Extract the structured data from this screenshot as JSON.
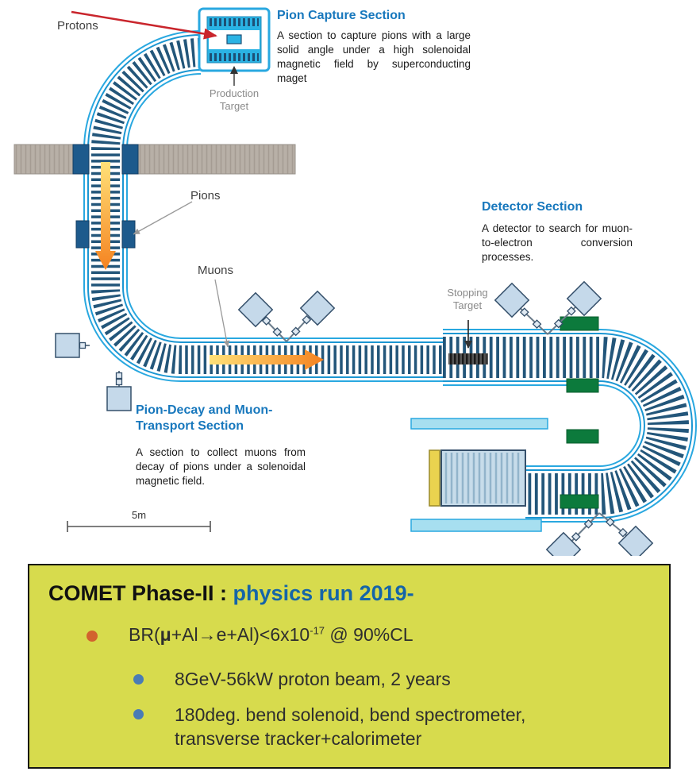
{
  "diagram": {
    "labels": {
      "protons": "Protons",
      "pions": "Pions",
      "muons": "Muons",
      "production_target": "Production Target",
      "stopping_target": "Stopping Target",
      "scale": "5m"
    },
    "sections": {
      "pion_capture": {
        "title": "Pion Capture Section",
        "description": "A section to capture pions with a large solid angle under a high solenoidal magnetic field by superconducting maget"
      },
      "detector": {
        "title": "Detector Section",
        "description": "A detector to search for muon-to-electron conversion processes."
      },
      "pion_decay": {
        "title": "Pion-Decay and Muon-Transport Section",
        "description": "A section to collect muons from decay of pions under a solenoidal magnetic field."
      }
    },
    "colors": {
      "channel_outline": "#1b96d2",
      "channel_light": "#29a8e0",
      "coil_rung": "#23567a",
      "heading_blue": "#1878bd",
      "wall_gray": "#b5ada4",
      "shield_blue": "#1d5a8c",
      "arrow_yellow": "#ffe178",
      "arrow_orange": "#f58220",
      "proton_arrow_red": "#c9252c",
      "green_block": "#0c7a3c",
      "cyan_bar": "#a7dff0",
      "detector_fill": "#c7dcea",
      "target_yellow": "#ead34f",
      "label_gray": "#8a8a8a"
    }
  },
  "infobox": {
    "title_black": "COMET Phase-II : ",
    "title_blue": "physics run 2019-",
    "bullet1": {
      "prefix": "BR(",
      "mu": "μ",
      "mid": "+Al→e+Al)<6x10",
      "sup": "-17",
      "suffix": " @ 90%CL"
    },
    "bullet2": "8GeV-56kW proton beam, 2 years",
    "bullet3_line1": "180deg. bend solenoid, bend spectrometer,",
    "bullet3_line2": "transverse tracker+calorimeter",
    "colors": {
      "box_bg": "#d7db4d",
      "bullet_orange": "#d2622e",
      "bullet_blue": "#4a7cb5",
      "title_blue": "#1565a8"
    }
  }
}
